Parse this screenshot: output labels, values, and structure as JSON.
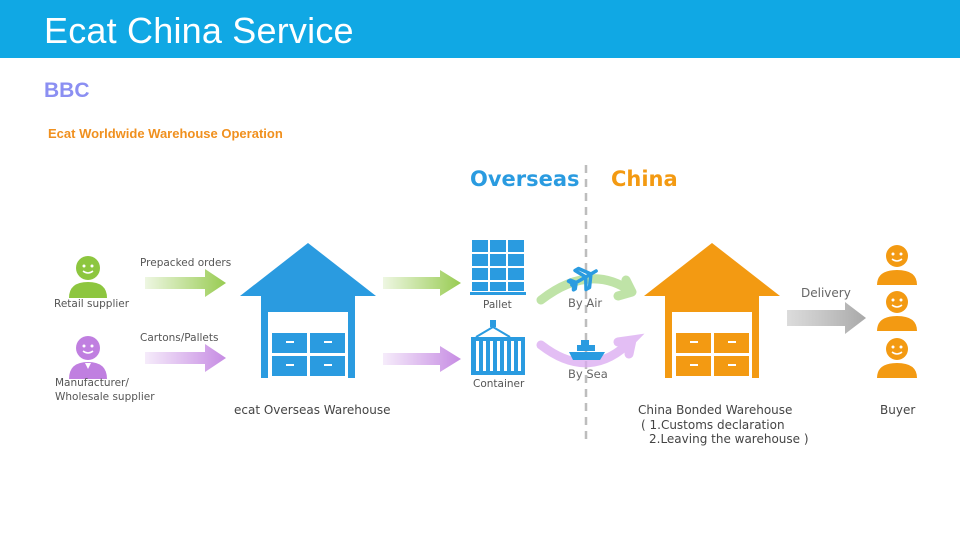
{
  "header": {
    "title": "Ecat China Service"
  },
  "section": {
    "label": "BBC",
    "caption": "Ecat Worldwide Warehouse Operation"
  },
  "diagram": {
    "region_overseas": "Overseas",
    "region_china": "China",
    "retail_supplier": "Retail supplier",
    "manufacturer_line1": "Manufacturer/",
    "manufacturer_line2": "Wholesale supplier",
    "prepacked_orders": "Prepacked orders",
    "cartons_pallets": "Cartons/Pallets",
    "overseas_warehouse": "ecat Overseas Warehouse",
    "pallet": "Pallet",
    "container": "Container",
    "by_air": "By Air",
    "by_sea": "By Sea",
    "bonded_warehouse": "China Bonded Warehouse",
    "bonded_step1": "( 1.Customs declaration",
    "bonded_step2": "2.Leaving the warehouse )",
    "delivery": "Delivery",
    "buyer": "Buyer"
  },
  "colors": {
    "header": "#10a8e4",
    "overseas": "#2a9be0",
    "china": "#f39a12",
    "green": "#8dc63f",
    "purple": "#c07fe0",
    "gray": "#b8b8b8"
  }
}
